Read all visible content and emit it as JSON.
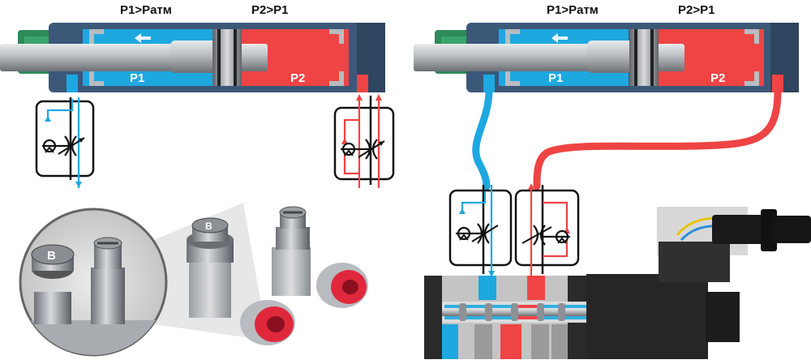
{
  "labels": {
    "left_p1_gt_atm": "P1>Pатм",
    "left_p2_gt_p1": "P2>P1",
    "left_chamber_p1": "P1",
    "left_chamber_p2": "P2",
    "right_p1_gt_atm": "P1>Pатм",
    "right_p2_gt_p1": "P2>P1",
    "right_chamber_p1": "P1",
    "right_chamber_p2": "P2",
    "knob_letter_zoom": "B",
    "knob_letter_fitting": "B"
  },
  "colors": {
    "pressure_blue": "#1ea8e0",
    "pressure_red": "#ee4444",
    "cylinder_body": "#3c5878",
    "rod_steel": "#a9adb2",
    "seal_green": "#2f8a5a",
    "valve_dark": "#2a2a2a",
    "valve_gray": "#c4c4c4",
    "fitting_red": "#e0283c"
  },
  "icons": {
    "flow_arrow": "arrow-left-icon",
    "throttle_valve": "throttle-check-valve-icon"
  }
}
